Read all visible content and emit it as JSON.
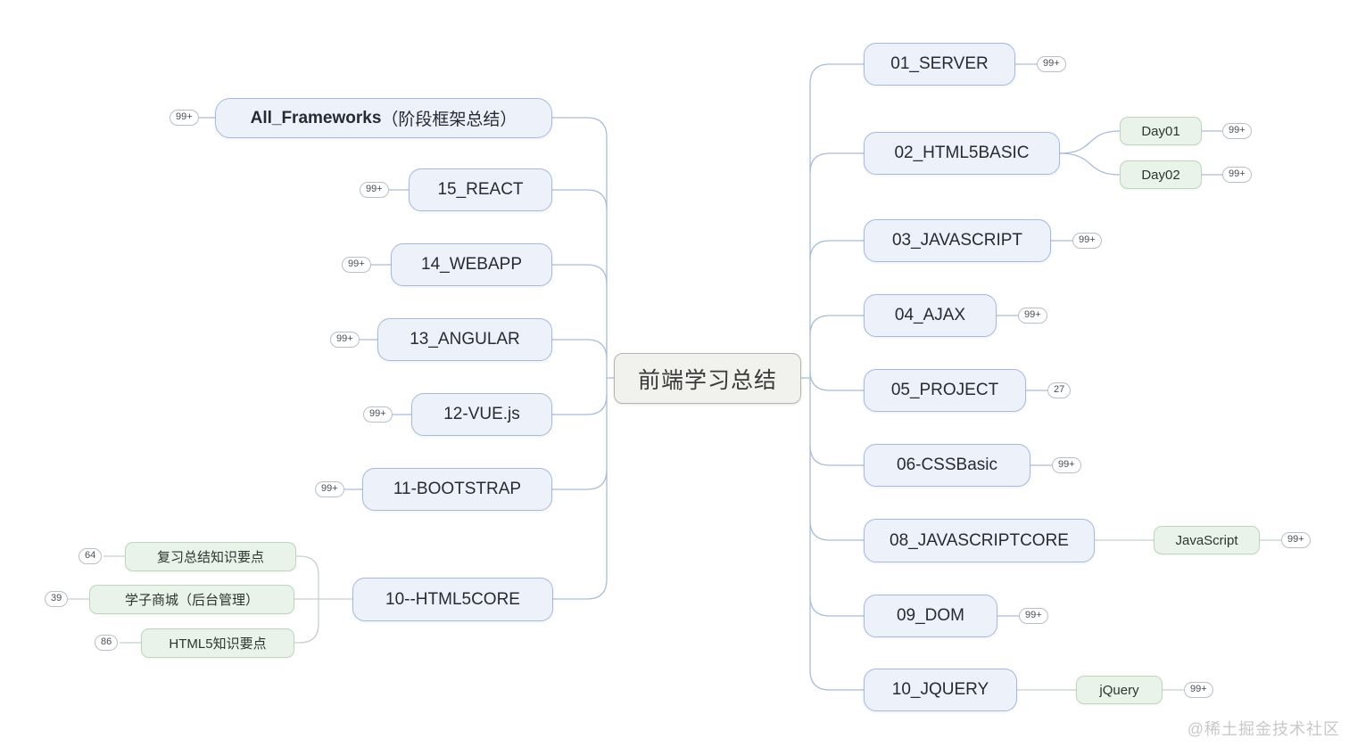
{
  "root": {
    "label": "前端学习总结"
  },
  "left": [
    {
      "label_en": "All_Frameworks",
      "label_zh": "（阶段框架总结）",
      "badge": "99+"
    },
    {
      "label": "15_REACT",
      "badge": "99+"
    },
    {
      "label": "14_WEBAPP",
      "badge": "99+"
    },
    {
      "label": "13_ANGULAR",
      "badge": "99+"
    },
    {
      "label": "12-VUE.js",
      "badge": "99+"
    },
    {
      "label": "11-BOOTSTRAP",
      "badge": "99+"
    },
    {
      "label": "10--HTML5CORE",
      "children": [
        {
          "label": "复习总结知识要点",
          "badge": "64"
        },
        {
          "label": "学子商城（后台管理）",
          "badge": "39"
        },
        {
          "label": "HTML5知识要点",
          "badge": "86"
        }
      ]
    }
  ],
  "right": [
    {
      "label": "01_SERVER",
      "badge": "99+"
    },
    {
      "label": "02_HTML5BASIC",
      "children": [
        {
          "label": "Day01",
          "badge": "99+"
        },
        {
          "label": "Day02",
          "badge": "99+"
        }
      ]
    },
    {
      "label": "03_JAVASCRIPT",
      "badge": "99+"
    },
    {
      "label": "04_AJAX",
      "badge": "99+"
    },
    {
      "label": "05_PROJECT",
      "badge": "27"
    },
    {
      "label": "06-CSSBasic",
      "badge": "99+"
    },
    {
      "label": "08_JAVASCRIPTCORE",
      "children": [
        {
          "label": "JavaScript",
          "badge": "99+"
        }
      ]
    },
    {
      "label": "09_DOM",
      "badge": "99+"
    },
    {
      "label": "10_JQUERY",
      "children": [
        {
          "label": "jQuery",
          "badge": "99+"
        }
      ]
    }
  ],
  "watermark": {
    "text": "@稀土掘金技术社区"
  },
  "colors": {
    "node_blue_bg": "#edf2fa",
    "node_blue_border": "#a6bad9",
    "node_green_bg": "#eaf3ea",
    "node_green_border": "#bdd6bd",
    "central_bg": "#f1f1ee",
    "central_border": "#b5b5b0",
    "line_blue": "#a9bdd9",
    "line_green": "#c3d2c6",
    "badge_border": "#b9bfc6",
    "node_text": "#262b33",
    "watermark_text": "#c8c8c8"
  }
}
